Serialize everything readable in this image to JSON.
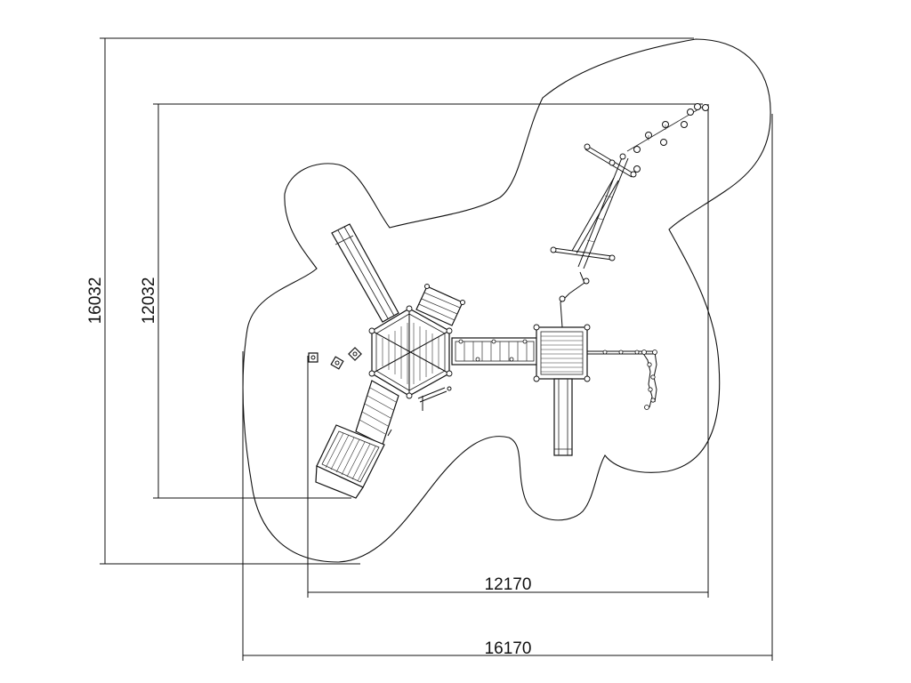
{
  "dimensions": {
    "outer_height": "16032",
    "inner_height": "12032",
    "inner_width": "12170",
    "outer_width": "16170"
  }
}
